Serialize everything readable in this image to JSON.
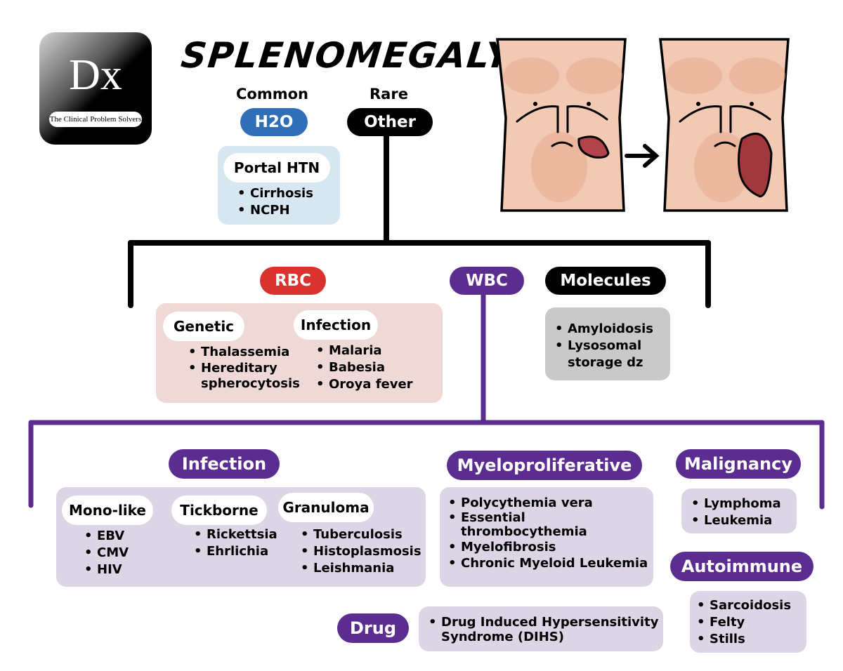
{
  "logo": {
    "mark": "Dx",
    "tagline": "The Clinical Problem Solvers"
  },
  "title": "SPLENOMEGALY",
  "colors": {
    "blue": "#2f6fb8",
    "red": "#d9322f",
    "purple": "#5b2d91",
    "black": "#000000",
    "light_blue": "#d6e7f2",
    "light_red": "#efd9d7",
    "light_purple": "#dcd5e6",
    "gray": "#c9c9c9"
  },
  "top": {
    "common_label": "Common",
    "rare_label": "Rare",
    "h2o": "H2O",
    "other": "Other",
    "portal": {
      "title": "Portal HTN",
      "items": [
        "Cirrhosis",
        "NCPH"
      ]
    }
  },
  "illustration": {
    "description_icon": "spleen-enlargement-torso-icon"
  },
  "level2": {
    "rbc": {
      "label": "RBC",
      "genetic": {
        "title": "Genetic",
        "items": [
          "Thalassemia",
          "Hereditary\nspherocytosis"
        ]
      },
      "infection": {
        "title": "Infection",
        "items": [
          "Malaria",
          "Babesia",
          "Oroya fever"
        ]
      }
    },
    "wbc": {
      "label": "WBC"
    },
    "molecules": {
      "label": "Molecules",
      "items": [
        "Amyloidosis",
        "Lysosomal\nstorage dz"
      ]
    }
  },
  "wbc_children": {
    "infection": {
      "label": "Infection",
      "mono": {
        "title": "Mono-like",
        "items": [
          "EBV",
          "CMV",
          "HIV"
        ]
      },
      "tick": {
        "title": "Tickborne",
        "items": [
          "Rickettsia",
          "Ehrlichia"
        ]
      },
      "gran": {
        "title": "Granuloma",
        "items": [
          "Tuberculosis",
          "Histoplasmosis",
          "Leishmania"
        ]
      }
    },
    "myelo": {
      "label": "Myeloproliferative",
      "items": [
        "Polycythemia vera",
        "Essential\nthrombocythemia",
        "Myelofibrosis",
        "Chronic Myeloid Leukemia"
      ]
    },
    "malignancy": {
      "label": "Malignancy",
      "items": [
        "Lymphoma",
        "Leukemia"
      ]
    },
    "autoimmune": {
      "label": "Autoimmune",
      "items": [
        "Sarcoidosis",
        "Felty",
        "Stills"
      ]
    },
    "drug": {
      "label": "Drug",
      "items": [
        "Drug Induced Hypersensitivity\nSyndrome (DIHS)"
      ]
    }
  }
}
